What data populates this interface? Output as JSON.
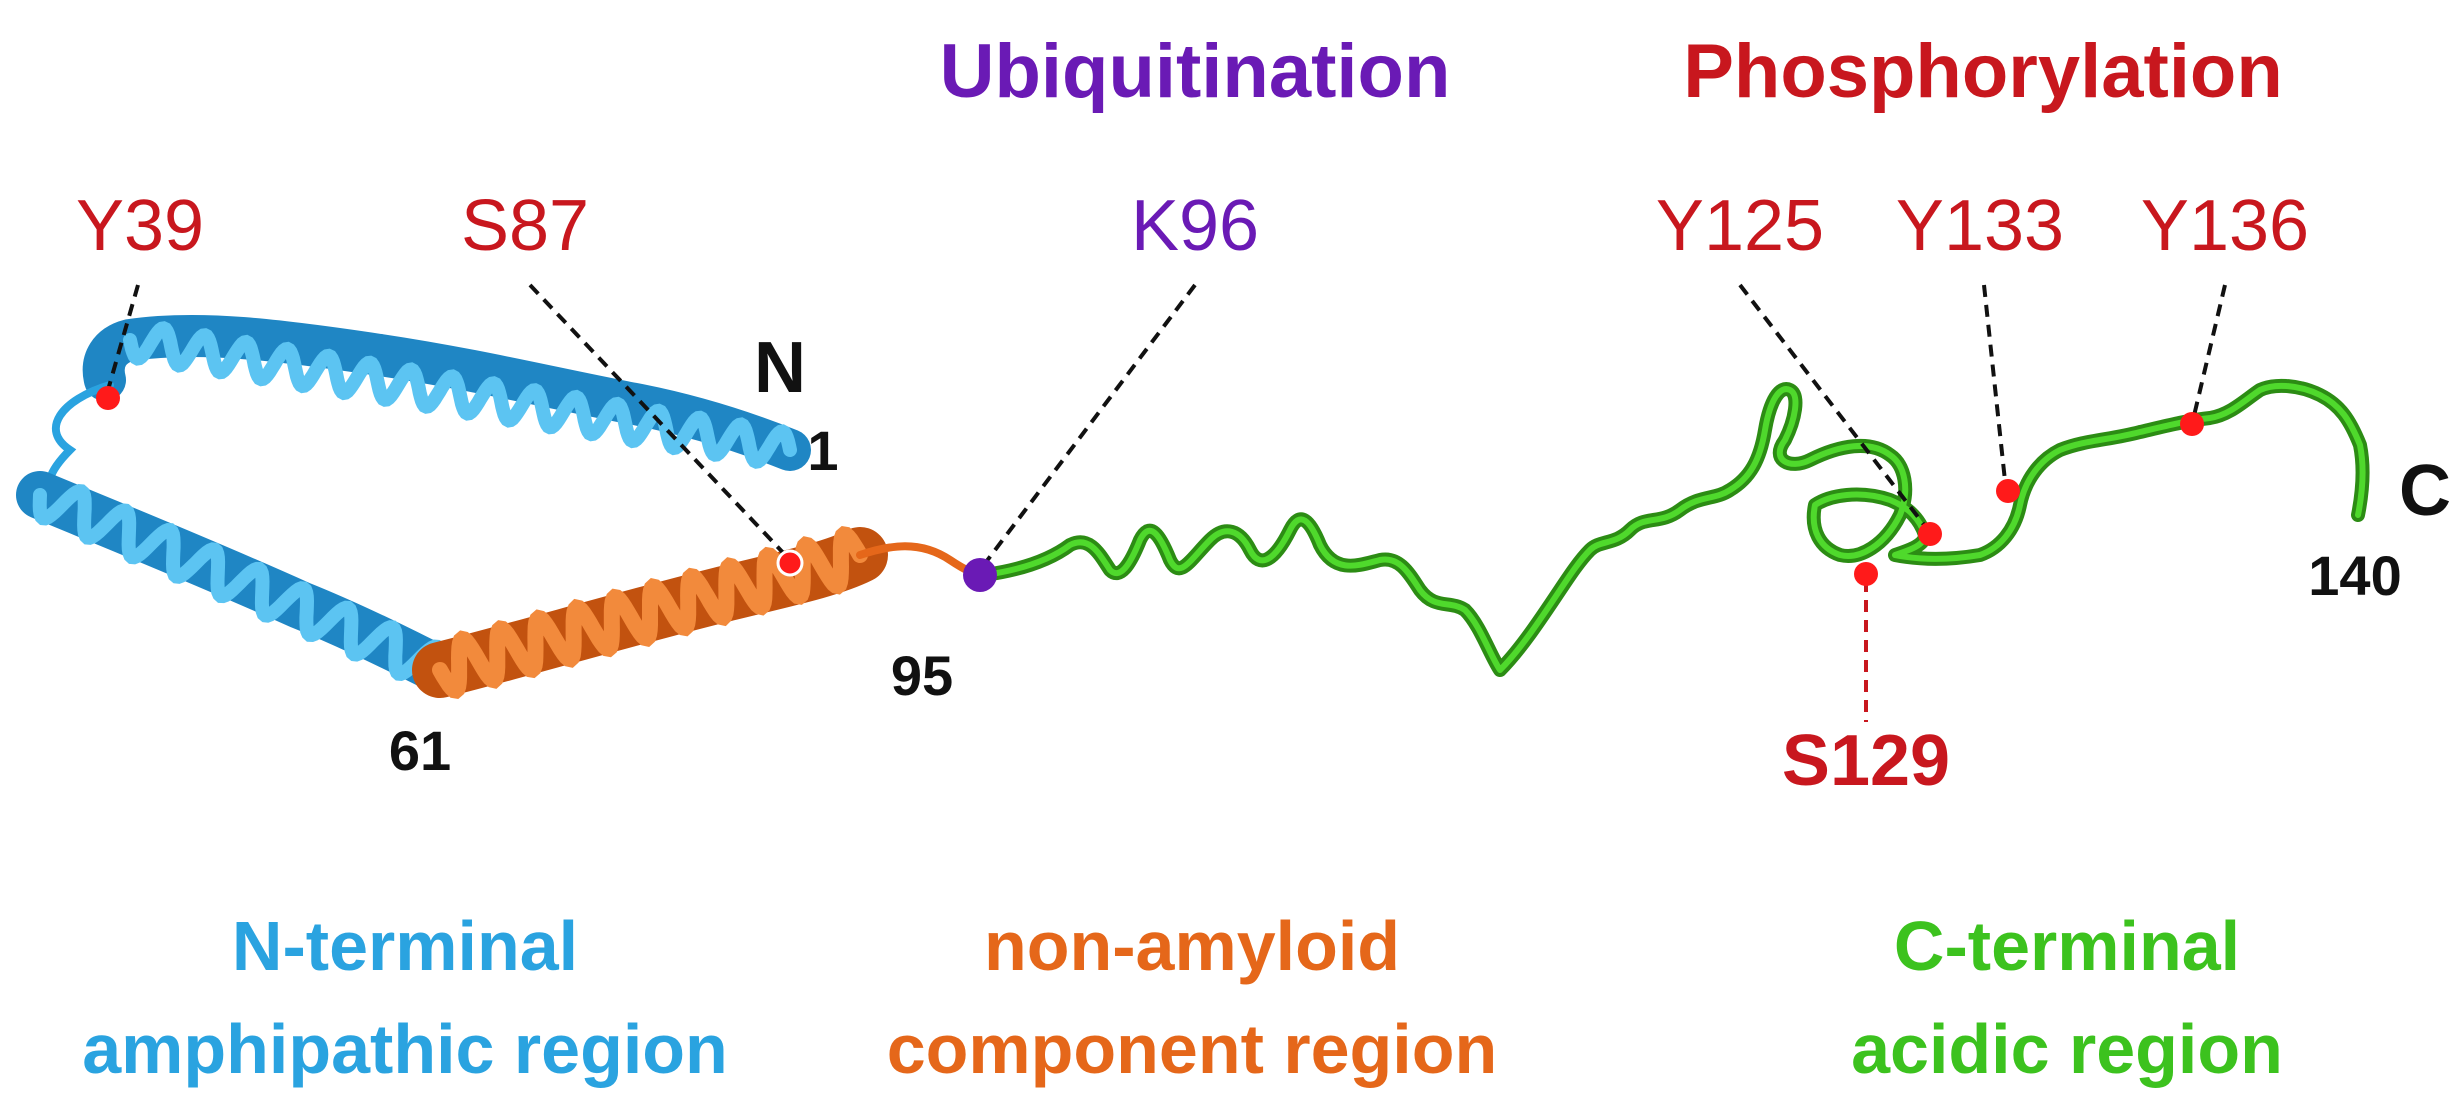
{
  "headers": {
    "ubiquitination": "Ubiquitination",
    "phosphorylation": "Phosphorylation"
  },
  "sites": {
    "y39": "Y39",
    "s87": "S87",
    "k96": "K96",
    "y125": "Y125",
    "y133": "Y133",
    "y136": "Y136",
    "s129": "S129"
  },
  "termini": {
    "n": "N",
    "c": "C"
  },
  "residues": {
    "r1": "1",
    "r61": "61",
    "r95": "95",
    "r140": "140"
  },
  "regions": {
    "n_terminal": {
      "line1": "N-terminal",
      "line2": "amphipathic region"
    },
    "nac": {
      "line1": "non-amyloid",
      "line2": "component region"
    },
    "c_terminal": {
      "line1": "C-terminal",
      "line2": "acidic region"
    }
  },
  "colors": {
    "n_terminal": "#2aa3e0",
    "nac": "#e5671a",
    "c_terminal": "#3cc21e",
    "ubiquitination": "#6a1ab5",
    "phosphorylation": "#c8171e",
    "marker": "#ff1a1a"
  }
}
